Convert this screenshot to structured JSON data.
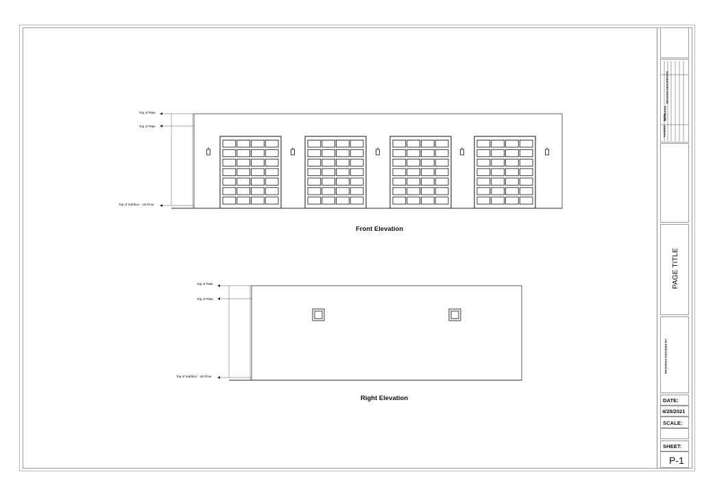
{
  "drawings": {
    "front": {
      "caption": "Front Elevation",
      "levels": {
        "top_plate_upper": "Top of Plate",
        "top_plate_lower": "Top of Plate",
        "bottom": "Top of Subfloor - 1st Floor"
      }
    },
    "right": {
      "caption": "Right Elevation",
      "levels": {
        "top_plate_upper": "Top of Plate",
        "top_plate_lower": "Top of Plate",
        "bottom": "Top of Subfloor - 1st Floor"
      }
    }
  },
  "title_block": {
    "revisions": {
      "header": "REVISIONS",
      "col_number": "NUMBER",
      "col_date": "DATE",
      "col_description": "REVISION DESCRIPTION"
    },
    "page_title": "PAGE TITLE",
    "drawings_provided_by": "DRAWINGS PROVIDED BY:",
    "date_label": "DATE:",
    "date_value": "4/28/2021",
    "scale_label": "SCALE:",
    "sheet_label": "SHEET:",
    "sheet_number": "P-1"
  }
}
